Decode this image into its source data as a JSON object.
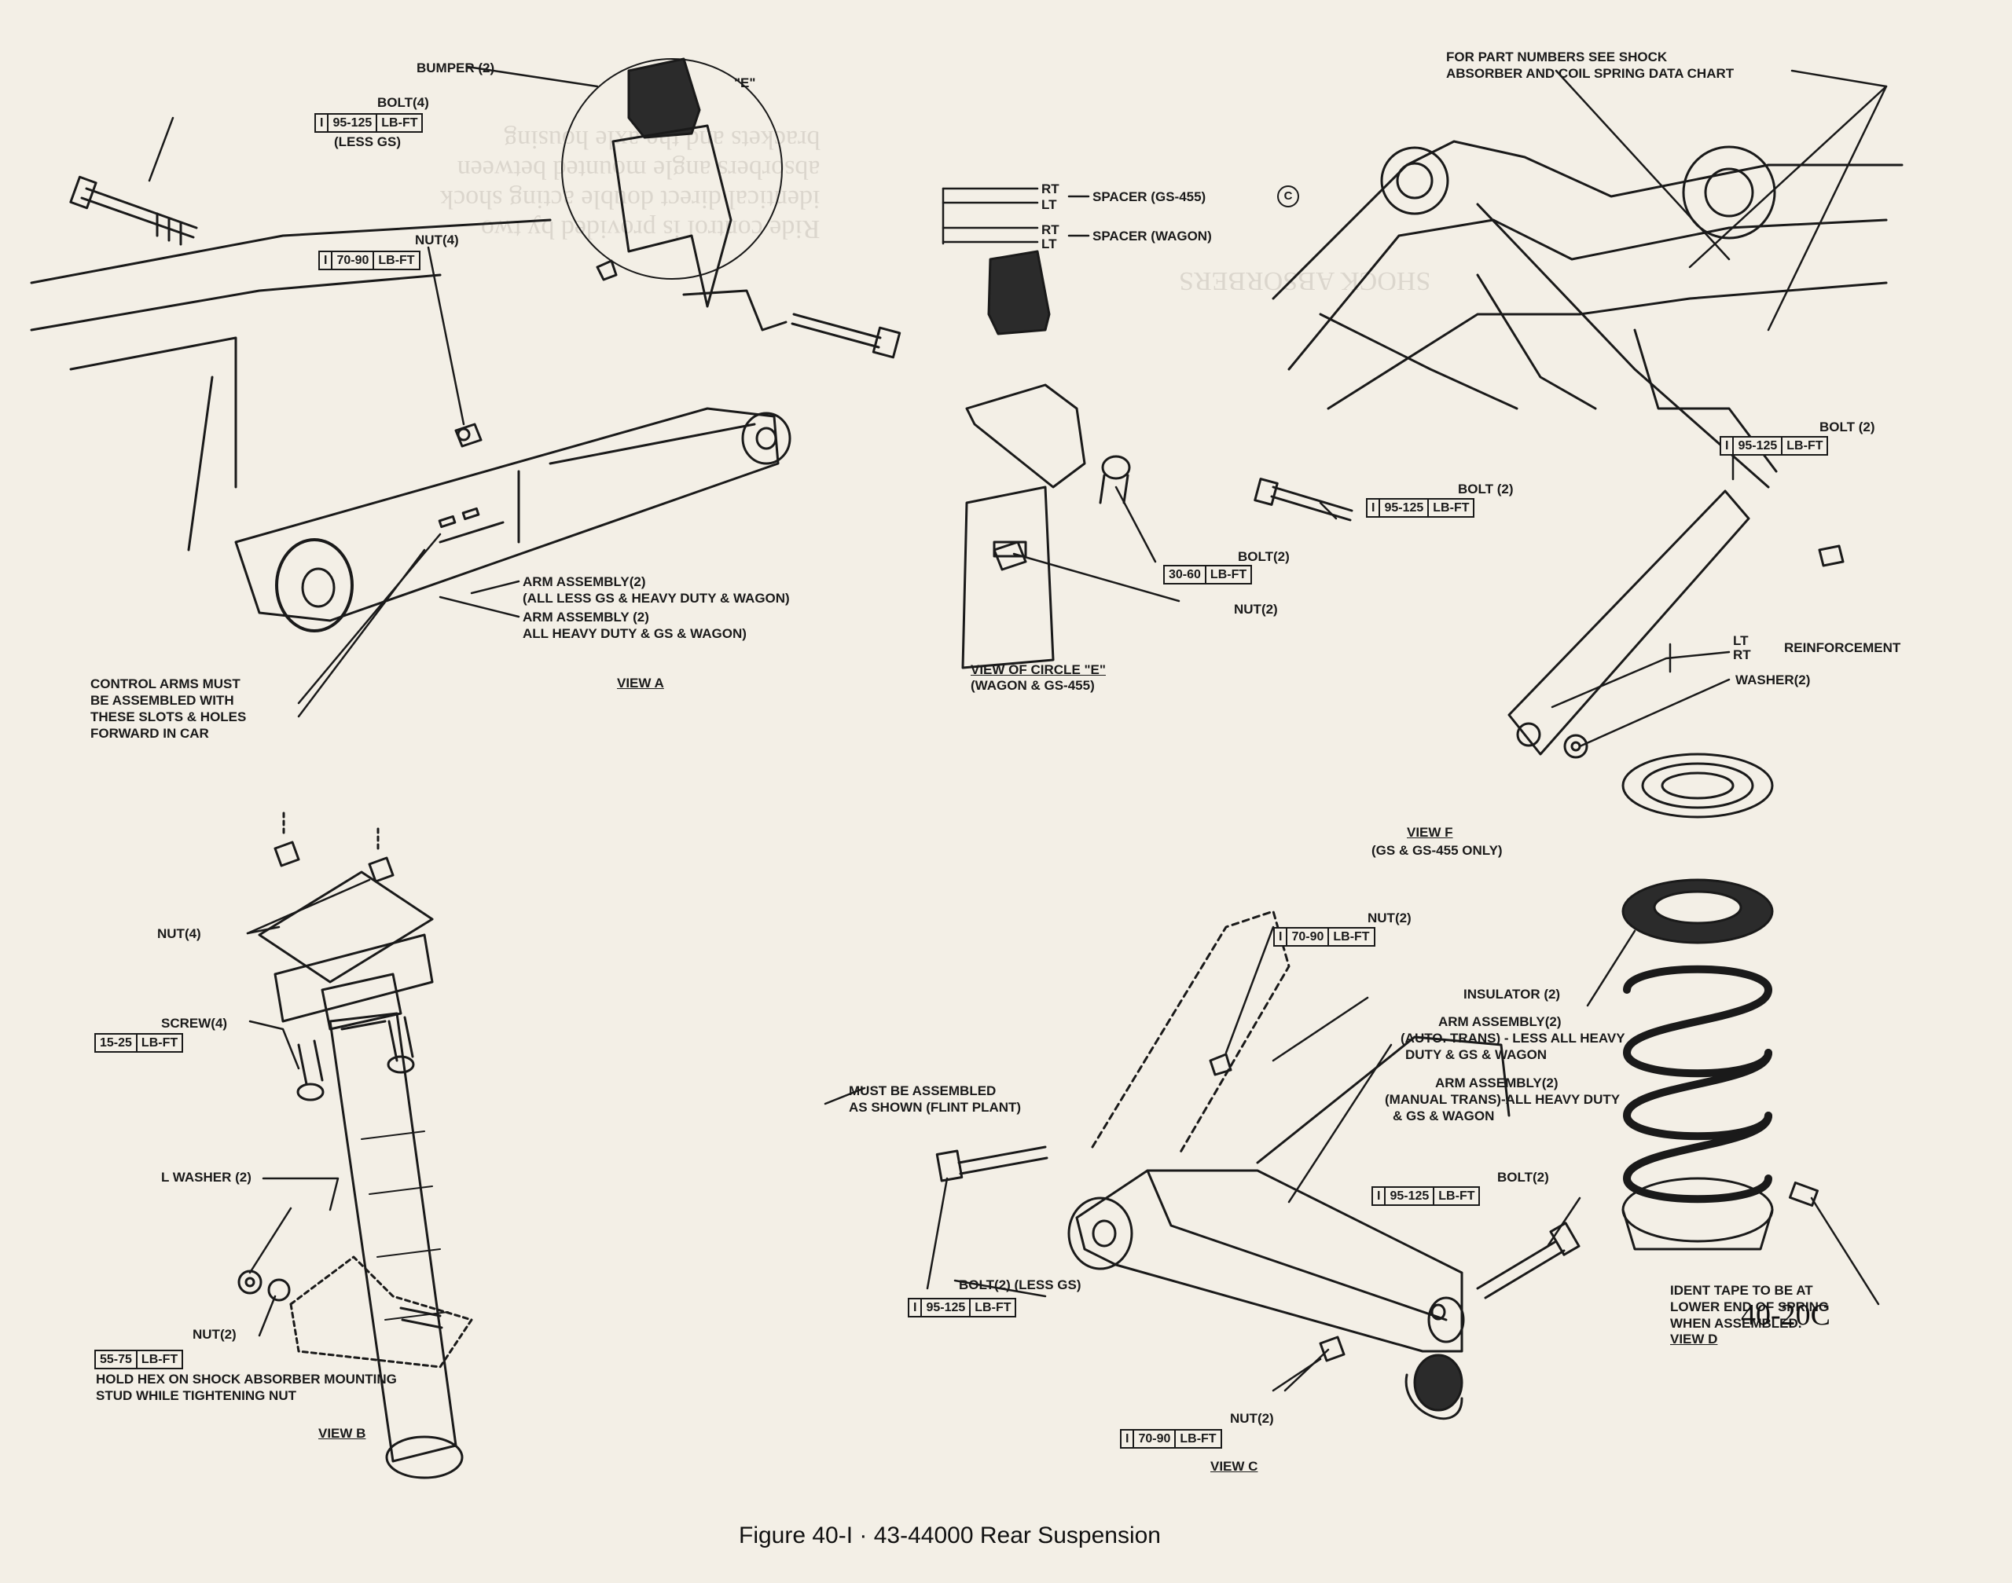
{
  "caption": "Figure 40-I · 43-44000 Rear Suspension",
  "page_number": "40-20C",
  "torque_units": "LB-FT",
  "labels": {
    "bumper": "BUMPER (2)",
    "circle_e": "\"E\"",
    "bolt4": "BOLT(4)",
    "bolt4_spec_lead": "I",
    "bolt4_spec": "95-125",
    "less_gs": "(LESS GS)",
    "nut4": "NUT(4)",
    "nut4_spec_lead": "I",
    "nut4_spec": "70-90",
    "arm_a1_line1": "ARM ASSEMBLY(2)",
    "arm_a1_line2": "(ALL LESS GS & HEAVY DUTY & WAGON)",
    "arm_a2_line1": "ARM ASSEMBLY (2)",
    "arm_a2_line2": "ALL HEAVY DUTY & GS & WAGON)",
    "control_line1": "CONTROL ARMS MUST",
    "control_line2": "BE ASSEMBLED WITH",
    "control_line3": "THESE SLOTS & HOLES",
    "control_line4": "FORWARD IN CAR",
    "view_a": "VIEW A",
    "rt1": "RT",
    "lt1": "LT",
    "spacer_gs": "SPACER (GS-455)",
    "rt2": "RT",
    "lt2": "LT",
    "spacer_wagon": "SPACER (WAGON)",
    "bolt2_e": "BOLT(2)",
    "bolt2_e_spec": "30-60",
    "nut2_e": "NUT(2)",
    "view_circle_e_line1": "VIEW OF CIRCLE \"E\"",
    "view_circle_e_line2": "(WAGON & GS-455)",
    "part_numbers_line1": "FOR PART NUMBERS SEE SHOCK",
    "part_numbers_line2": "ABSORBER AND COIL SPRING DATA CHART",
    "bolt2_f1": "BOLT (2)",
    "bolt2_f1_spec_lead": "I",
    "bolt2_f1_spec": "95-125",
    "bolt2_f2": "BOLT (2)",
    "bolt2_f2_spec_lead": "I",
    "bolt2_f2_spec": "95-125",
    "lt3": "LT",
    "rt3": "RT",
    "reinforcement": "REINFORCEMENT",
    "washer2": "WASHER(2)",
    "view_f_line1": "VIEW F",
    "view_f_line2": "(GS & GS-455 ONLY)",
    "nut4_b": "NUT(4)",
    "screw4": "SCREW(4)",
    "screw4_spec": "15-25",
    "l_washer": "L WASHER (2)",
    "nut2_b": "NUT(2)",
    "nut2_b_spec": "55-75",
    "hold_hex_line1": "HOLD HEX ON SHOCK ABSORBER MOUNTING",
    "hold_hex_line2": "STUD WHILE TIGHTENING NUT",
    "view_b": "VIEW B",
    "nut2_c1": "NUT(2)",
    "nut2_c1_spec_lead": "I",
    "nut2_c1_spec": "70-90",
    "insulator": "INSULATOR (2)",
    "arm_c1_line1": "ARM ASSEMBLY(2)",
    "arm_c1_line2": "(AUTO. TRANS) - LESS ALL HEAVY",
    "arm_c1_line3": "DUTY & GS & WAGON",
    "arm_c2_line1": "ARM ASSEMBLY(2)",
    "arm_c2_line2": "(MANUAL TRANS)-ALL HEAVY DUTY",
    "arm_c2_line3": "& GS & WAGON",
    "must_line1": "MUST BE ASSEMBLED",
    "must_line2": "AS SHOWN (FLINT PLANT)",
    "bolt2_c1": "BOLT(2)",
    "bolt2_c1_spec_lead": "I",
    "bolt2_c1_spec": "95-125",
    "bolt2_c2": "BOLT(2) (LESS GS)",
    "bolt2_c2_spec_lead": "I",
    "bolt2_c2_spec": "95-125",
    "nut2_c2": "NUT(2)",
    "nut2_c2_spec_lead": "I",
    "nut2_c2_spec": "70-90",
    "view_c": "VIEW C",
    "ident_line1": "IDENT TAPE TO BE AT",
    "ident_line2": "LOWER END OF SPRING",
    "ident_line3": "WHEN ASSEMBLED.",
    "view_d": "VIEW D"
  }
}
